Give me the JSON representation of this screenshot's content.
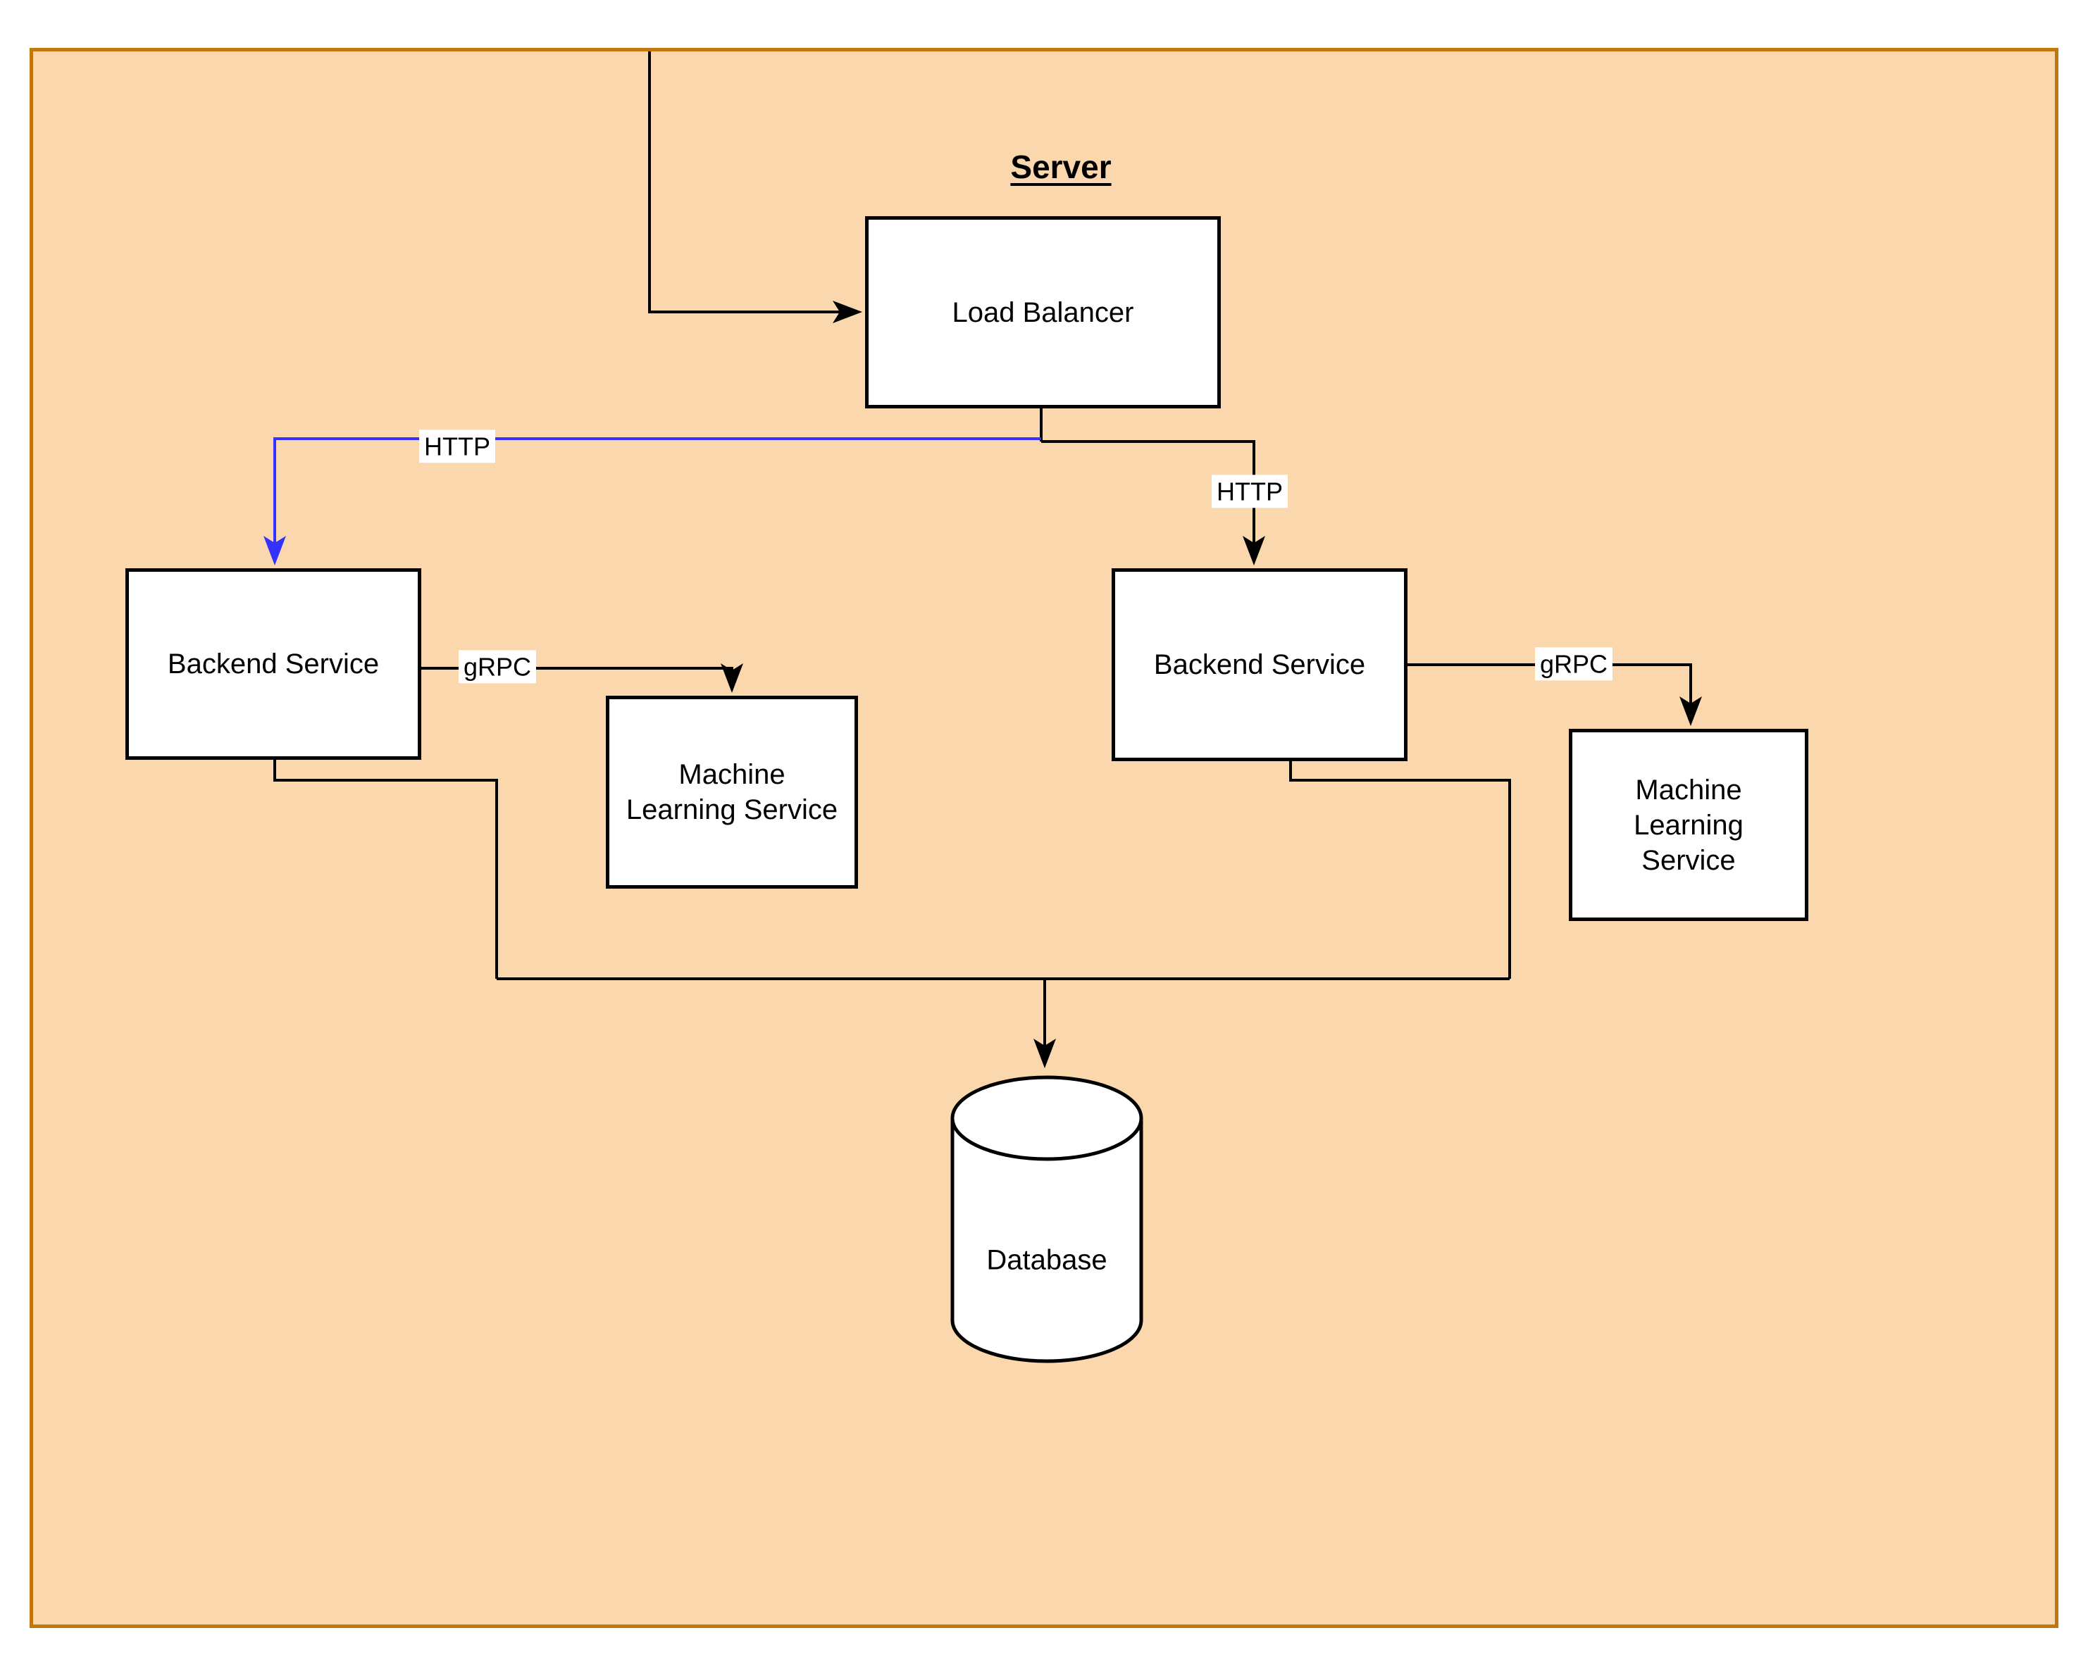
{
  "diagram": {
    "title": "Server",
    "nodes": {
      "load_balancer": {
        "label": "Load Balancer"
      },
      "backend_left": {
        "label": "Backend Service"
      },
      "backend_right": {
        "label": "Backend Service"
      },
      "ml_left": {
        "label": "Machine Learning Service"
      },
      "ml_right": {
        "label": "Machine Learning Service"
      },
      "database": {
        "label": "Database"
      }
    },
    "edge_labels": {
      "http_left": "HTTP",
      "http_right": "HTTP",
      "grpc_left": "gRPC",
      "grpc_right": "gRPC"
    },
    "colors": {
      "canvas_fill": "#FAD7AC",
      "canvas_border": "#C1770B",
      "node_fill": "#FFFFFF",
      "node_border": "#000000",
      "edge_black": "#000000",
      "edge_blue": "#3333FF",
      "text": "#000000"
    }
  }
}
